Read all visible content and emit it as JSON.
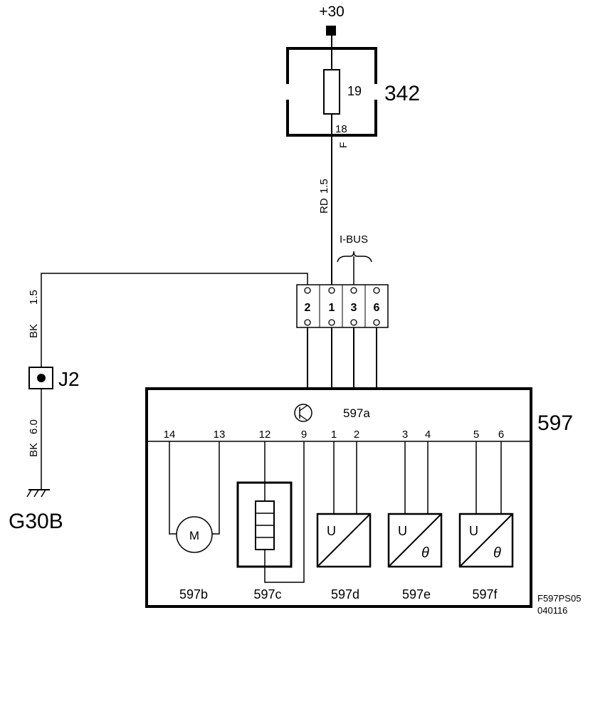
{
  "supply": {
    "label": "+30"
  },
  "fuse_box": {
    "id": "342",
    "fuse": "19",
    "pin_out": "18",
    "pin_f": "F"
  },
  "wires": {
    "main_color": "RD",
    "main_gauge": "1.5",
    "j2_top_color": "BK",
    "j2_top_gauge": "1.5",
    "j2_bottom_color": "BK",
    "j2_bottom_gauge": "6.0"
  },
  "bus": {
    "label": "I-BUS"
  },
  "connector": {
    "pins": [
      "2",
      "1",
      "3",
      "6"
    ]
  },
  "junction": {
    "label": "J2"
  },
  "ground": {
    "label": "G30B"
  },
  "module": {
    "id": "597",
    "sub_id": "597a",
    "pins": [
      "14",
      "13",
      "12",
      "9",
      "1",
      "2",
      "3",
      "4",
      "5",
      "6"
    ],
    "motor_symbol": "M",
    "sensor_u": "U",
    "sensor_theta": "θ",
    "components": [
      "597b",
      "597c",
      "597d",
      "597e",
      "597f"
    ]
  },
  "footer": {
    "code": "F597PS05",
    "date": "040116"
  },
  "colors": {
    "ink": "#000000",
    "background": "#ffffff"
  }
}
